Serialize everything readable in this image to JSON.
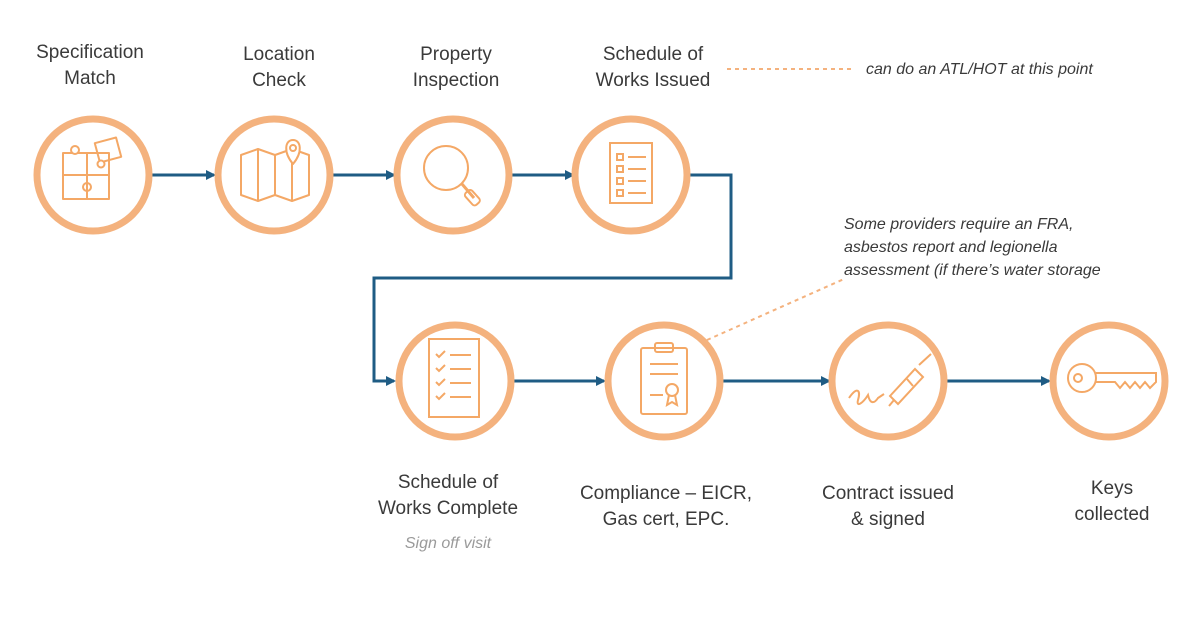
{
  "colors": {
    "circle_stroke": "#f4b27e",
    "icon_stroke": "#f4a866",
    "arrow": "#1f5c84",
    "annotation_line": "#f4b27e",
    "text": "#3a3a3a",
    "muted_text": "#9a9a9a"
  },
  "steps": [
    {
      "lines": [
        "Specification",
        "Match"
      ],
      "icon": "puzzle-icon"
    },
    {
      "lines": [
        "Location",
        "Check"
      ],
      "icon": "map-pin-icon"
    },
    {
      "lines": [
        "Property",
        "Inspection"
      ],
      "icon": "magnifier-icon"
    },
    {
      "lines": [
        "Schedule of",
        "Works Issued"
      ],
      "icon": "checklist-icon"
    },
    {
      "lines": [
        "Schedule of",
        "Works Complete"
      ],
      "icon": "checked-clipboard-icon",
      "note": "Sign off visit"
    },
    {
      "lines": [
        "Compliance – EICR,",
        "Gas cert, EPC."
      ],
      "icon": "certificate-icon"
    },
    {
      "lines": [
        "Contract issued",
        "& signed"
      ],
      "icon": "fountain-pen-signature-icon"
    },
    {
      "lines": [
        "Keys",
        "collected"
      ],
      "icon": "key-icon"
    }
  ],
  "annotations": {
    "atl_hot": "can do an ATL/HOT at this point",
    "fra_note": [
      "Some providers require an FRA,",
      "asbestos report and legionella",
      "assessment (if there’s water storage"
    ]
  }
}
